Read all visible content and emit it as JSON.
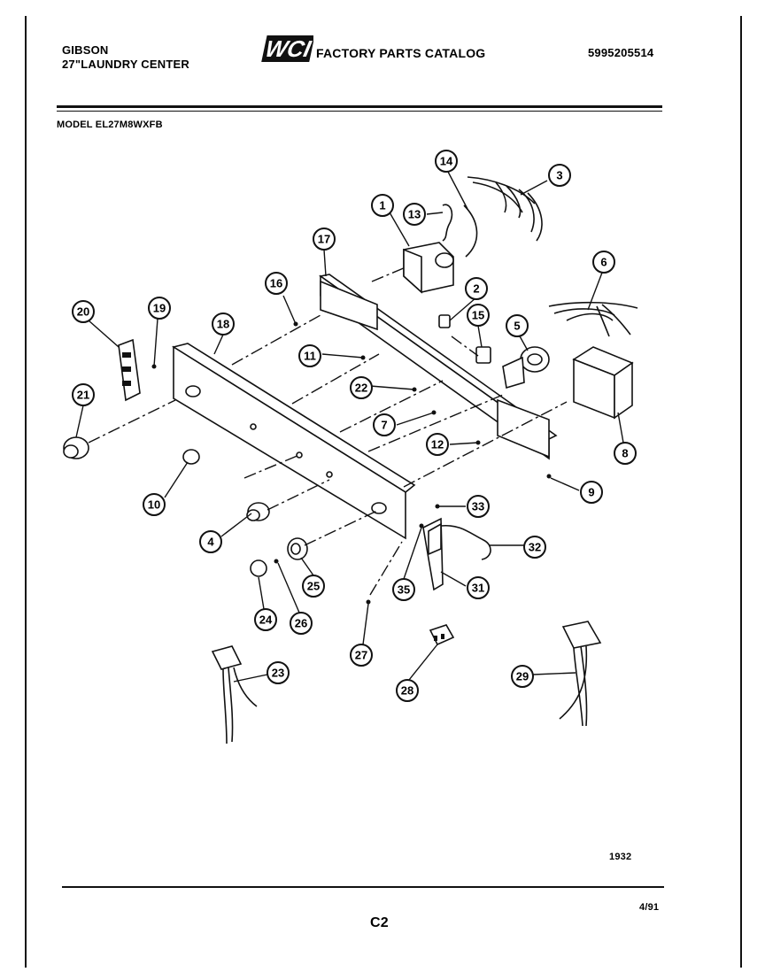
{
  "header": {
    "brand": "GIBSON",
    "product": "27\"LAUNDRY CENTER",
    "logo_text": "WCI",
    "catalog_title": "FACTORY PARTS CATALOG",
    "catalog_number": "5995205514",
    "model": "MODEL EL27M8WXFB"
  },
  "footer": {
    "drawing_number": "1932",
    "page_id": "C2",
    "date_code": "4/91"
  },
  "callouts": [
    "1",
    "2",
    "3",
    "4",
    "5",
    "6",
    "7",
    "8",
    "9",
    "10",
    "11",
    "12",
    "13",
    "14",
    "15",
    "16",
    "17",
    "18",
    "19",
    "20",
    "21",
    "22",
    "23",
    "24",
    "25",
    "26",
    "27",
    "28",
    "29",
    "31",
    "32",
    "33",
    "35"
  ]
}
